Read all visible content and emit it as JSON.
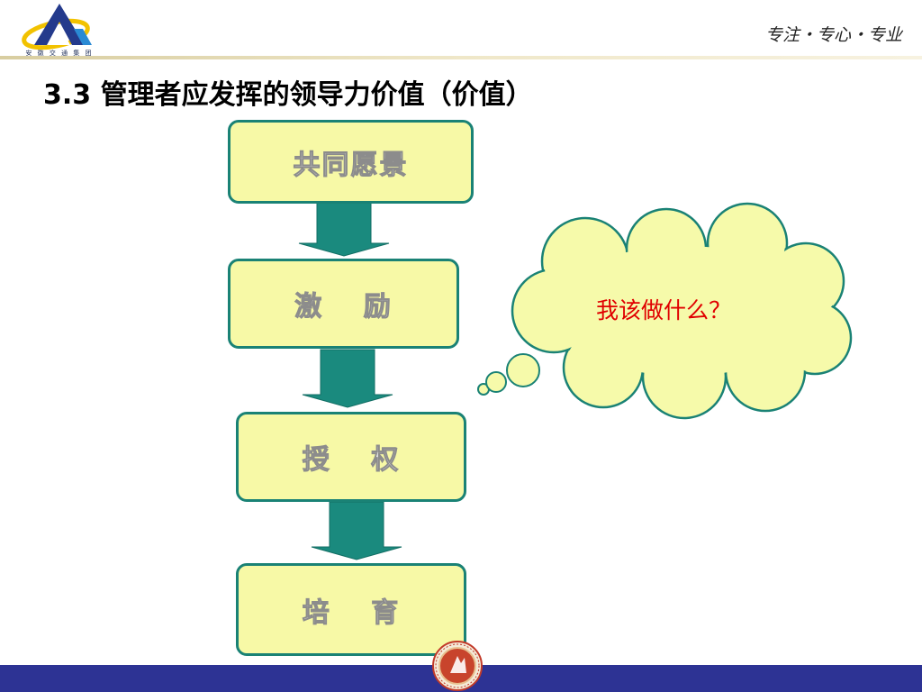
{
  "header": {
    "logo_caption": "安 徽 交 通 集 团",
    "slogan": "专注・专心・专业"
  },
  "slide": {
    "title": "3.3 管理者应发挥的领导力价值（价值）"
  },
  "flow": {
    "steps": [
      {
        "label": "共同愿景"
      },
      {
        "label": "激　 励"
      },
      {
        "label": "授　 权"
      },
      {
        "label": "培　 育"
      }
    ]
  },
  "bubble": {
    "text": "我该做什么？"
  },
  "colors": {
    "box_fill": "#f7f9a6",
    "box_border": "#1a8275",
    "arrow_fill": "#1a8a7e",
    "bubble_fill": "#f6faaa",
    "bubble_border": "#1a8275",
    "bubble_text": "#e00000",
    "footer_bar": "#2d3394",
    "logo_blue": "#243a8c",
    "logo_yellow": "#f2c200"
  },
  "icons": {
    "logo": "company-logo-mountain-icon",
    "emblem": "footer-round-seal-icon",
    "arrow": "down-arrow-icon"
  }
}
